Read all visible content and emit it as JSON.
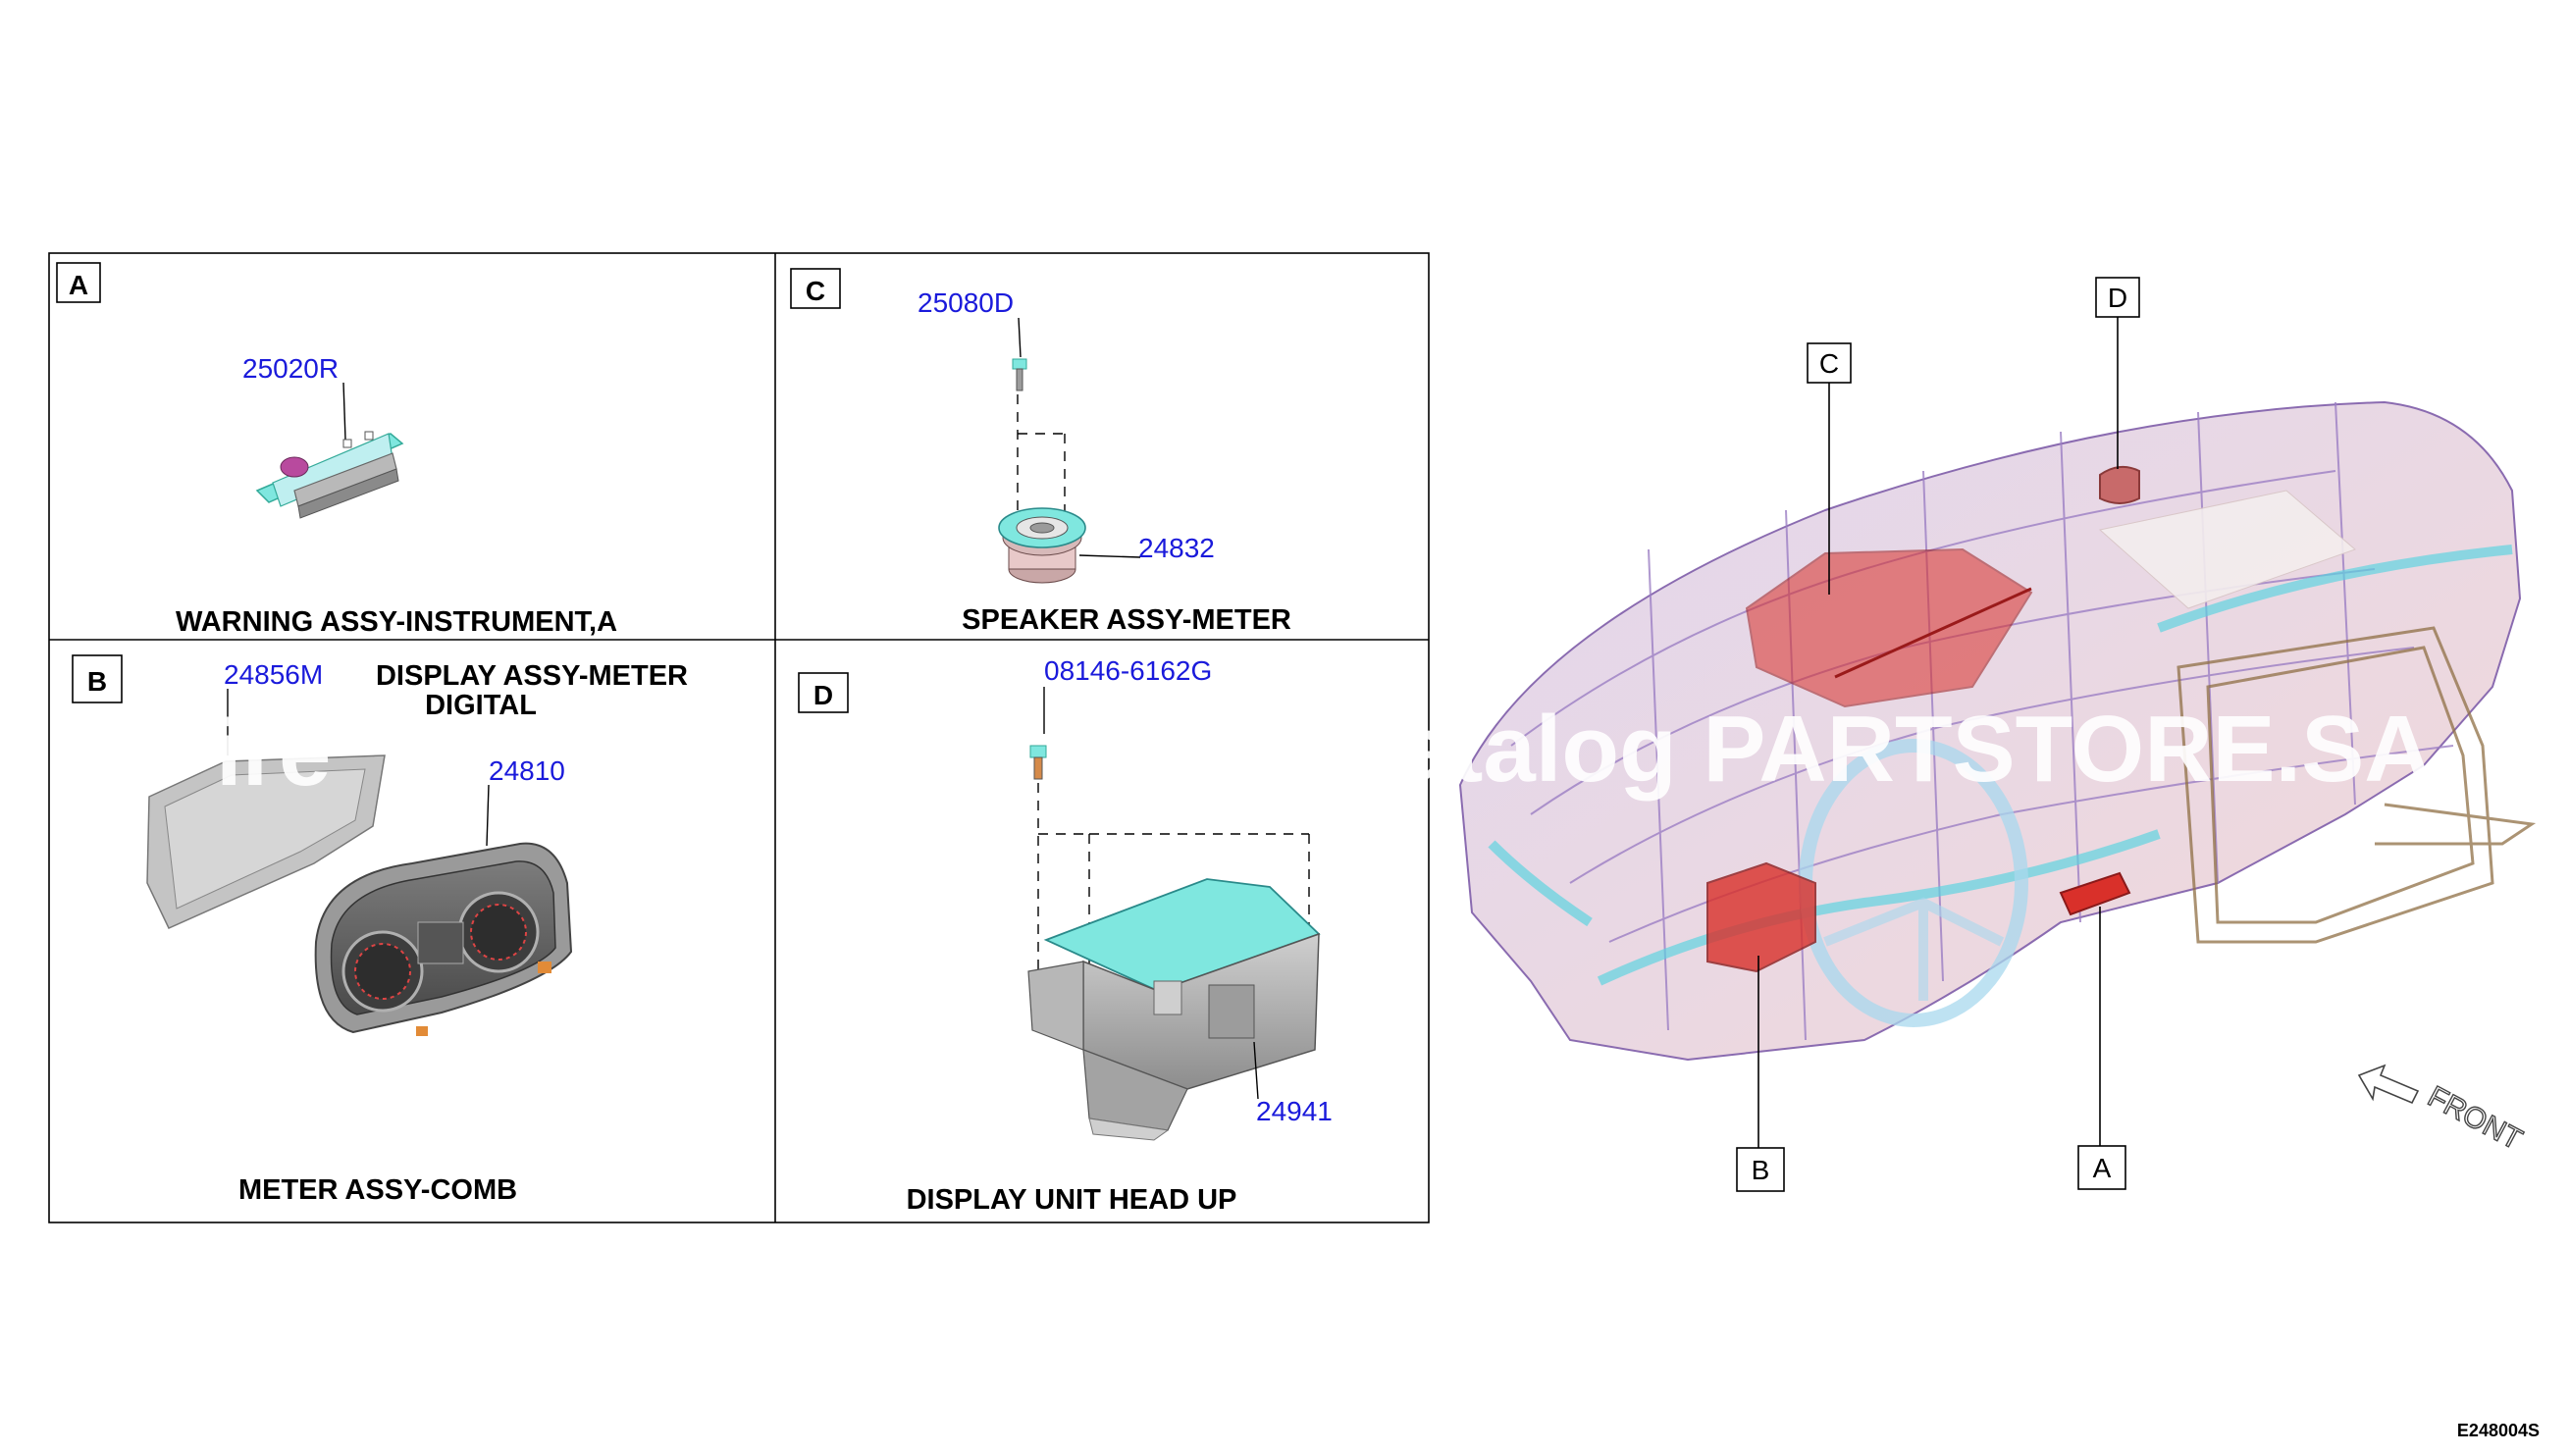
{
  "panels": {
    "a": {
      "letter": "A",
      "part_number": "25020R",
      "caption": "WARNING ASSY-INSTRUMENT,A"
    },
    "b": {
      "letter": "B",
      "part_number_1": "24856M",
      "part_number_2": "24810",
      "display_caption_line1": "DISPLAY ASSY-METER",
      "display_caption_line2": "DIGITAL",
      "caption": "METER ASSY-COMB"
    },
    "c": {
      "letter": "C",
      "part_number_1": "25080D",
      "part_number_2": "24832",
      "caption": "SPEAKER ASSY-METER"
    },
    "d": {
      "letter": "D",
      "part_number_1": "08146-6162G",
      "part_number_2": "24941",
      "caption": "DISPLAY UNIT HEAD UP"
    }
  },
  "overview": {
    "callout_a": "A",
    "callout_b": "B",
    "callout_c": "C",
    "callout_d": "D",
    "front_label": "FRONT"
  },
  "watermark": {
    "left_fragment": "ire",
    "right_text": "atalog PARTSTORE.SA"
  },
  "diagram_code": "E248004S",
  "colors": {
    "part_number": "#1a1adb",
    "highlight_red": "#d9302a",
    "ghost_purple": "#9c7fc4",
    "ghost_cyan": "#56d4e0",
    "part_cyan": "#7fe7df"
  }
}
